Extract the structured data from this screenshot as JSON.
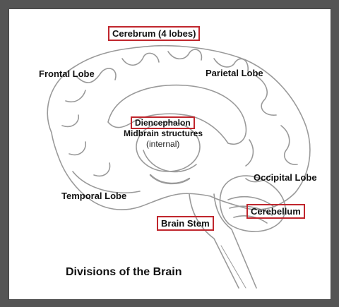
{
  "colors": {
    "frame_border": "#555555",
    "box_outline": "#c0262d",
    "sketch_stroke": "#9a9a9a",
    "text": "#111111"
  },
  "diagram": {
    "title": "Divisions of the Brain",
    "labels": {
      "cerebrum": "Cerebrum (4 lobes)",
      "frontal": "Frontal Lobe",
      "parietal": "Parietal Lobe",
      "diencephalon": "Diencephalon",
      "midbrain": "Midbrain structures",
      "internal": "(internal)",
      "occipital": "Occipital Lobe",
      "temporal": "Temporal Lobe",
      "cerebellum": "Cerebellum",
      "brain_stem": "Brain Stem"
    }
  }
}
